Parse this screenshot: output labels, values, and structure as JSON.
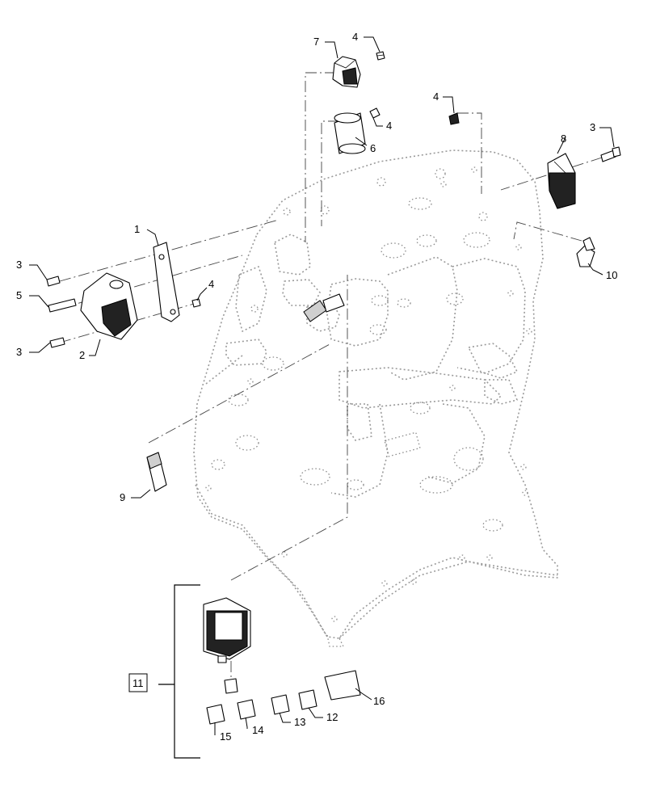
{
  "diagram": {
    "callouts": {
      "c1": "1",
      "c2": "2",
      "c3a": "3",
      "c3b": "3",
      "c3c": "3",
      "c4a": "4",
      "c4b": "4",
      "c4c": "4",
      "c4d": "4",
      "c5": "5",
      "c6": "6",
      "c7": "7",
      "c8": "8",
      "c9": "9",
      "c10": "10",
      "c11": "11",
      "c12": "12",
      "c13": "13",
      "c14": "14",
      "c15": "15",
      "c16": "16"
    }
  }
}
